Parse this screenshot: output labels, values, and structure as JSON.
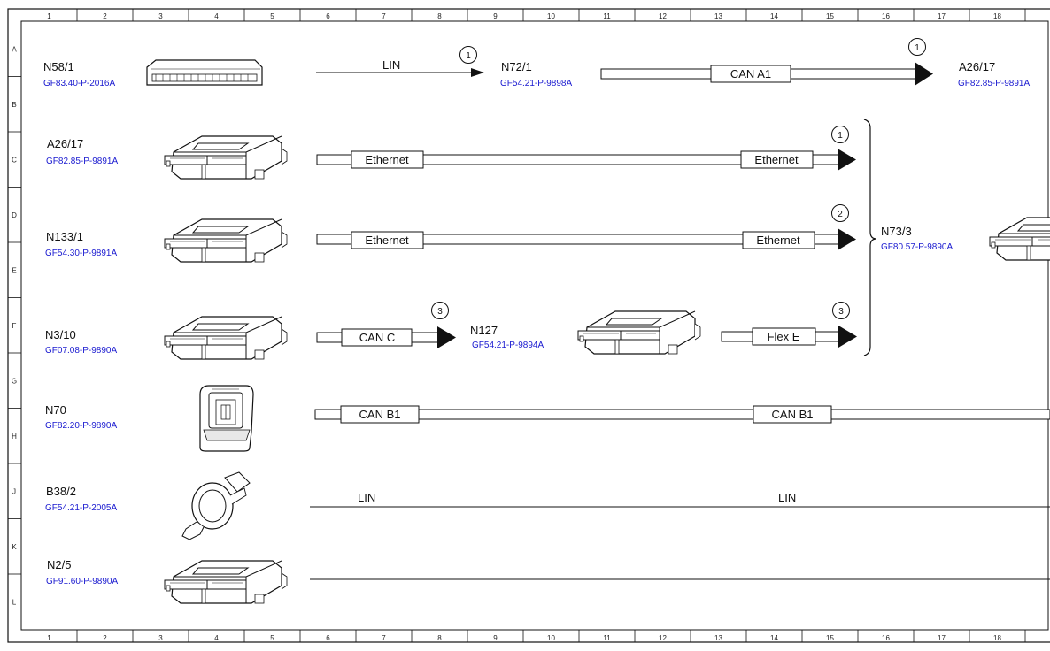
{
  "grid": {
    "columns": [
      "1",
      "2",
      "3",
      "4",
      "5",
      "6",
      "7",
      "8",
      "9",
      "10",
      "11",
      "12",
      "13",
      "14",
      "15",
      "16",
      "17",
      "18"
    ],
    "rows": [
      "A",
      "B",
      "C",
      "D",
      "E",
      "F",
      "G",
      "H",
      "J",
      "K",
      "L"
    ]
  },
  "components": {
    "n58_1": {
      "name": "N58/1",
      "ref": "GF83.40-P-2016A"
    },
    "n72_1": {
      "name": "N72/1",
      "ref": "GF54.21-P-9898A"
    },
    "a26_17_top": {
      "name": "A26/17",
      "ref": "GF82.85-P-9891A"
    },
    "a26_17": {
      "name": "A26/17",
      "ref": "GF82.85-P-9891A"
    },
    "n133_1": {
      "name": "N133/1",
      "ref": "GF54.30-P-9891A"
    },
    "n73_3": {
      "name": "N73/3",
      "ref": "GF80.57-P-9890A"
    },
    "n3_10": {
      "name": "N3/10",
      "ref": "GF07.08-P-9890A"
    },
    "n127": {
      "name": "N127",
      "ref": "GF54.21-P-9894A"
    },
    "n70": {
      "name": "N70",
      "ref": "GF82.20-P-9890A"
    },
    "b38_2": {
      "name": "B38/2",
      "ref": "GF54.21-P-2005A"
    },
    "n2_5": {
      "name": "N2/5",
      "ref": "GF91.60-P-9890A"
    }
  },
  "buses": {
    "lin_n58": "LIN",
    "can_a1": "CAN A1",
    "eth_a26_left": "Ethernet",
    "eth_a26_right": "Ethernet",
    "eth_n133_left": "Ethernet",
    "eth_n133_right": "Ethernet",
    "can_c": "CAN C",
    "flex_e": "Flex E",
    "can_b1_left": "CAN B1",
    "can_b1_right": "CAN B1",
    "lin_b38_left": "LIN",
    "lin_b38_right": "LIN"
  },
  "markers": {
    "m1": "1",
    "m2": "1",
    "m3": "1",
    "m4": "2",
    "m5": "3",
    "m6": "3"
  }
}
